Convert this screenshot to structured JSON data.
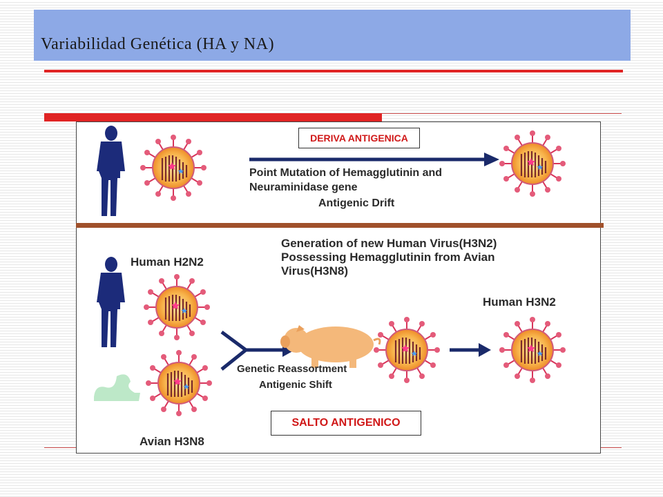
{
  "slide": {
    "title": "Variabilidad  Genética (HA y NA)"
  },
  "drift": {
    "box_label": "DERIVA ANTIGENICA",
    "line1": "Point Mutation of Hemagglutinin and",
    "line2": "Neuraminidase gene",
    "line3": "Antigenic Drift"
  },
  "shift": {
    "header_line1": "Generation of new Human Virus(H3N2)",
    "header_line2": "Possessing Hemagglutinin from Avian",
    "header_line3": "Virus(H3N8)",
    "human_source": "Human H2N2",
    "avian_source": "Avian H3N8",
    "human_result": "Human H3N2",
    "reassort_line1": "Genetic Reassortment",
    "reassort_line2": "Antigenic Shift",
    "box_label": "SALTO ANTIGENICO"
  },
  "colors": {
    "title_bar": "#8da9e6",
    "accent_red": "#e02424",
    "divider_brown": "#a0502a",
    "person_blue": "#1c2b7a",
    "virus_orange": "#f5a540",
    "pig": "#f4b87a",
    "duck": "#bde8c8"
  },
  "icons": [
    "person-icon",
    "virus-icon",
    "pig-icon",
    "duck-icon",
    "arrow-icon"
  ]
}
